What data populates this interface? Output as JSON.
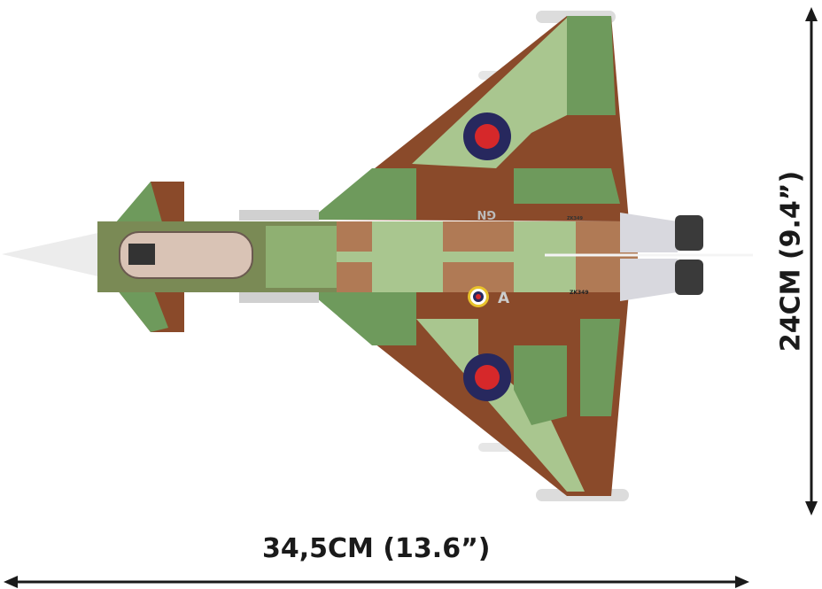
{
  "dimensions": {
    "length_label": "34,5CM (13.6”)",
    "wingspan_label": "24CM (9.4”)"
  },
  "model_markings": {
    "serial_top": "ZK349",
    "serial_bottom": "ZK349",
    "code_top": "GN",
    "code_bottom": "A"
  },
  "colors": {
    "camo_green": "#6e9a5c",
    "camo_light_green": "#a9c68f",
    "camo_brown": "#8a4a2a",
    "roundel_blue": "#27285e",
    "roundel_red": "#d6282a",
    "dimension_line": "#1a1a1a"
  }
}
